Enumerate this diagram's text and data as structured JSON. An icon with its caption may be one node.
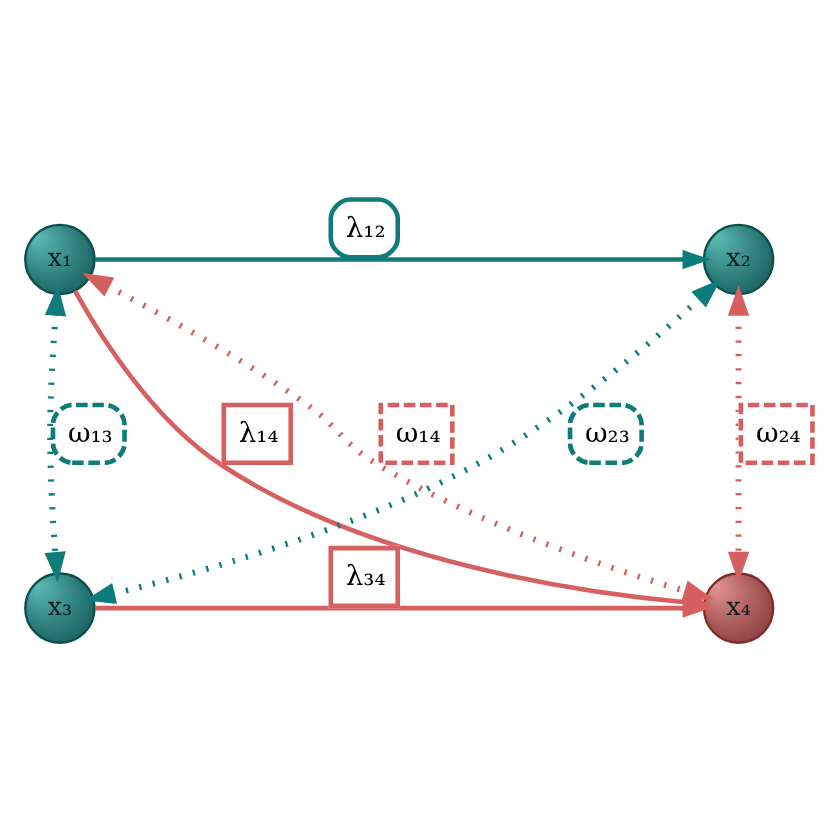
{
  "diagram": {
    "nodes": [
      {
        "text": [
          "x₁"
        ]
      },
      {
        "text": [
          "x₂"
        ]
      },
      {
        "text": [
          "x₃"
        ]
      },
      {
        "text": [
          "x₄"
        ]
      }
    ],
    "edges": [
      {
        "from": 0,
        "to": 1,
        "arrow": "to",
        "label": "λ₁₂",
        "color": "#0e7c7b"
      },
      {
        "from": 0,
        "to": 3,
        "arrow": "to",
        "label": "λ₁₄",
        "color": "#d65f5f"
      },
      {
        "from": 2,
        "to": 3,
        "arrow": "to",
        "label": "λ₃₄",
        "color": "#d65f5f"
      },
      {
        "from": 0,
        "to": 2,
        "arrow": "both",
        "label": "ω₁₃",
        "style": "dashed",
        "color": "#0e7c7b"
      },
      {
        "from": 1,
        "to": 2,
        "arrow": "both",
        "label": "ω₂₃",
        "style": "dashed",
        "color": "#0e7c7b"
      },
      {
        "from": 0,
        "to": 3,
        "arrow": "both",
        "label": "ω₁₄",
        "style": "dashed",
        "color": "#d65f5f"
      },
      {
        "from": 1,
        "to": 3,
        "arrow": "both",
        "label": "ω₂₄",
        "style": "dashed",
        "color": "#d65f5f"
      }
    ]
  }
}
